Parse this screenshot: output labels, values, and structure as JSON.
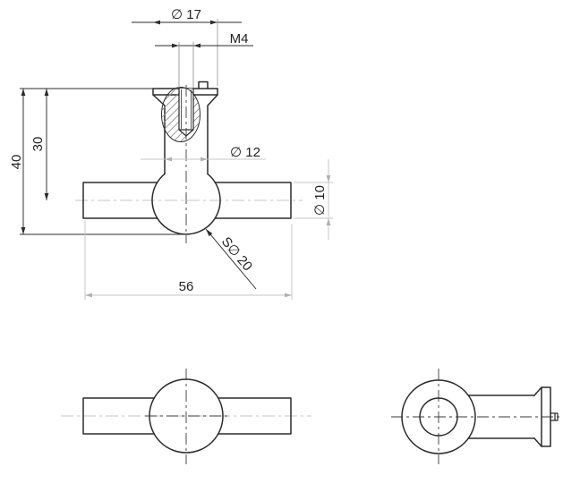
{
  "labels": {
    "head_diameter": "∅ 17",
    "thread": "M4",
    "neck_diameter": "∅ 12",
    "bar_diameter": "∅ 10",
    "ball_diameter": "S∅ 20",
    "height_to_axis": "30",
    "overall_height": "40",
    "overall_length": "56"
  },
  "colors": {
    "outline": "#2b2b2b",
    "thin-line": "#c5c5c5",
    "hatch": "#8f8f8f",
    "text": "#222222",
    "background": "#ffffff"
  }
}
